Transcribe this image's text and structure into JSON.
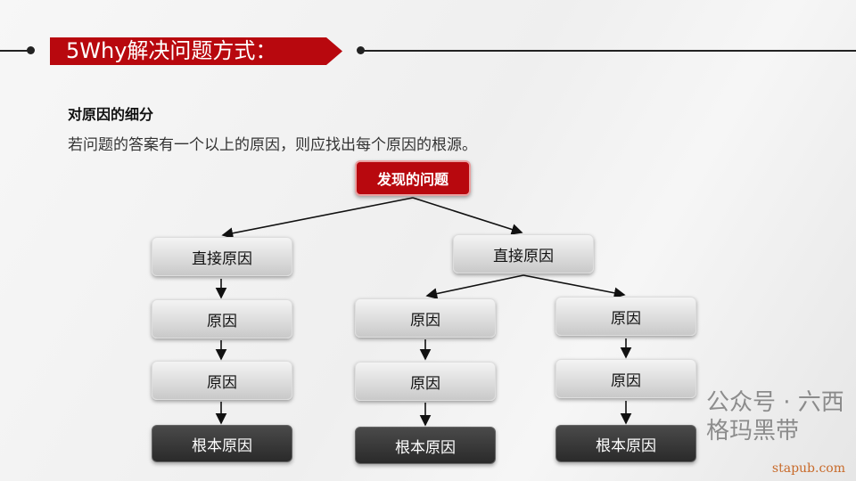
{
  "title": "5Why解决问题方式：",
  "subtitle": "对原因的细分",
  "description": "若问题的答案有一个以上的原因，则应找出每个原因的根源。",
  "diagram": {
    "root": "发现的问题",
    "left": {
      "direct": "直接原因",
      "causes": [
        "原因",
        "原因"
      ],
      "root_cause": "根本原因"
    },
    "right": {
      "direct": "直接原因",
      "branches": [
        {
          "causes": [
            "原因",
            "原因"
          ],
          "root_cause": "根本原因"
        },
        {
          "causes": [
            "原因",
            "原因"
          ],
          "root_cause": "根本原因"
        }
      ]
    }
  },
  "watermark": "公众号 · 六西格玛黑带",
  "site": "stapub.com",
  "colors": {
    "accent": "#b8080e",
    "dark_box": "#333333"
  }
}
